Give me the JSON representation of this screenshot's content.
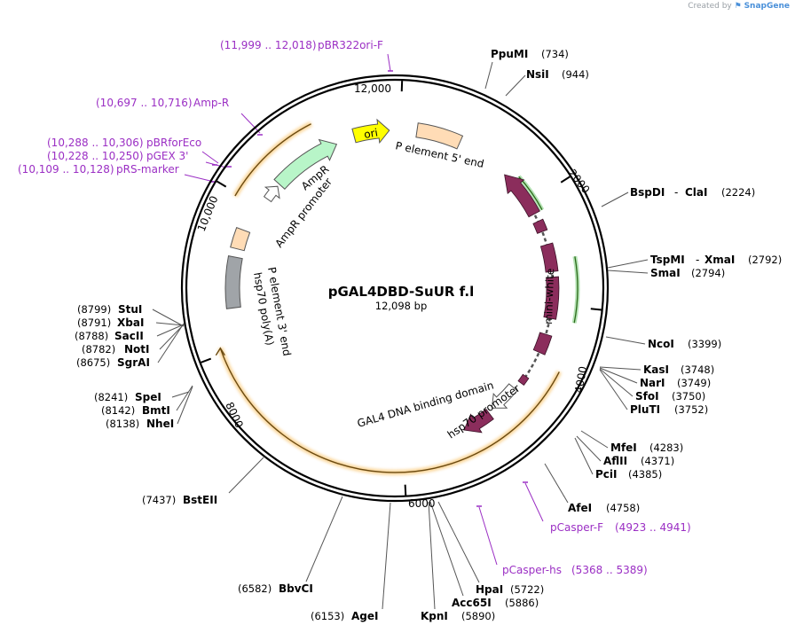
{
  "watermark": {
    "prefix": "Created by",
    "brand": "SnapGene"
  },
  "plasmid": {
    "name": "pGAL4DBD-SuUR f.l",
    "length": "12,098 bp"
  },
  "colors": {
    "backbone": "#000000",
    "feature_maroon": "#8b2d5c",
    "ori_yellow": "#ffff00",
    "peach": "#ffdcb6",
    "ampr_green": "#b8f5c8",
    "hsp70_gray": "#a0a4a8",
    "primer_purple": "#9b2fc4",
    "orange_highlight": "#f5a623",
    "green_highlight": "#5cc15c"
  },
  "tick_labels": [
    {
      "text": "12,000"
    },
    {
      "text": "2000"
    },
    {
      "text": "4000"
    },
    {
      "text": "6000"
    },
    {
      "text": "8000"
    },
    {
      "text": "10,000"
    }
  ],
  "enzymes": [
    {
      "name": "PpuMI",
      "pos": "(734)"
    },
    {
      "name": "NsiI",
      "pos": "(944)"
    },
    {
      "name": "BspDI",
      "name2": "ClaI",
      "sep": "-",
      "pos": "(2224)"
    },
    {
      "name": "TspMI",
      "name2": "XmaI",
      "sep": "-",
      "pos": "(2792)"
    },
    {
      "name": "SmaI",
      "pos": "(2794)"
    },
    {
      "name": "NcoI",
      "pos": "(3399)"
    },
    {
      "name": "KasI",
      "pos": "(3748)"
    },
    {
      "name": "NarI",
      "pos": "(3749)"
    },
    {
      "name": "SfoI",
      "pos": "(3750)"
    },
    {
      "name": "PluTI",
      "pos": "(3752)"
    },
    {
      "name": "MfeI",
      "pos": "(4283)"
    },
    {
      "name": "AflII",
      "pos": "(4371)"
    },
    {
      "name": "PciI",
      "pos": "(4385)"
    },
    {
      "name": "AfeI",
      "pos": "(4758)"
    },
    {
      "name": "HpaI",
      "pos": "(5722)"
    },
    {
      "name": "Acc65I",
      "pos": "(5886)"
    },
    {
      "name": "KpnI",
      "pos": "(5890)"
    },
    {
      "name": "AgeI",
      "pos": "(6153)"
    },
    {
      "name": "BbvCI",
      "pos": "(6582)"
    },
    {
      "name": "BstEII",
      "pos": "(7437)"
    },
    {
      "name": "NheI",
      "pos": "(8138)"
    },
    {
      "name": "BmtI",
      "pos": "(8142)"
    },
    {
      "name": "SpeI",
      "pos": "(8241)"
    },
    {
      "name": "SgrAI",
      "pos": "(8675)"
    },
    {
      "name": "NotI",
      "pos": "(8782)"
    },
    {
      "name": "SacII",
      "pos": "(8788)"
    },
    {
      "name": "XbaI",
      "pos": "(8791)"
    },
    {
      "name": "StuI",
      "pos": "(8799)"
    }
  ],
  "primers": [
    {
      "name": "pBR322ori-F",
      "range": "(11,999 .. 12,018)"
    },
    {
      "name": "Amp-R",
      "range": "(10,697 .. 10,716)"
    },
    {
      "name": "pBRforEco",
      "range": "(10,288 .. 10,306)"
    },
    {
      "name": "pGEX 3'",
      "range": "(10,228 .. 10,250)"
    },
    {
      "name": "pRS-marker",
      "range": "(10,109 .. 10,128)"
    },
    {
      "name": "pCasper-F",
      "range": "(4923 .. 4941)"
    },
    {
      "name": "pCasper-hs",
      "range": "(5368 .. 5389)"
    }
  ],
  "features": {
    "ori": "ori",
    "p_element_5": "P element 5' end",
    "mini_white": "mini-white",
    "gal4": "GAL4 DNA binding domain",
    "hsp70_promoter": "hsp70 promoter",
    "p_element_3": "P element 3' end",
    "hsp70_polya": "hsp70 poly(A)",
    "ampr": "AmpR",
    "ampr_promoter": "AmpR promoter"
  }
}
